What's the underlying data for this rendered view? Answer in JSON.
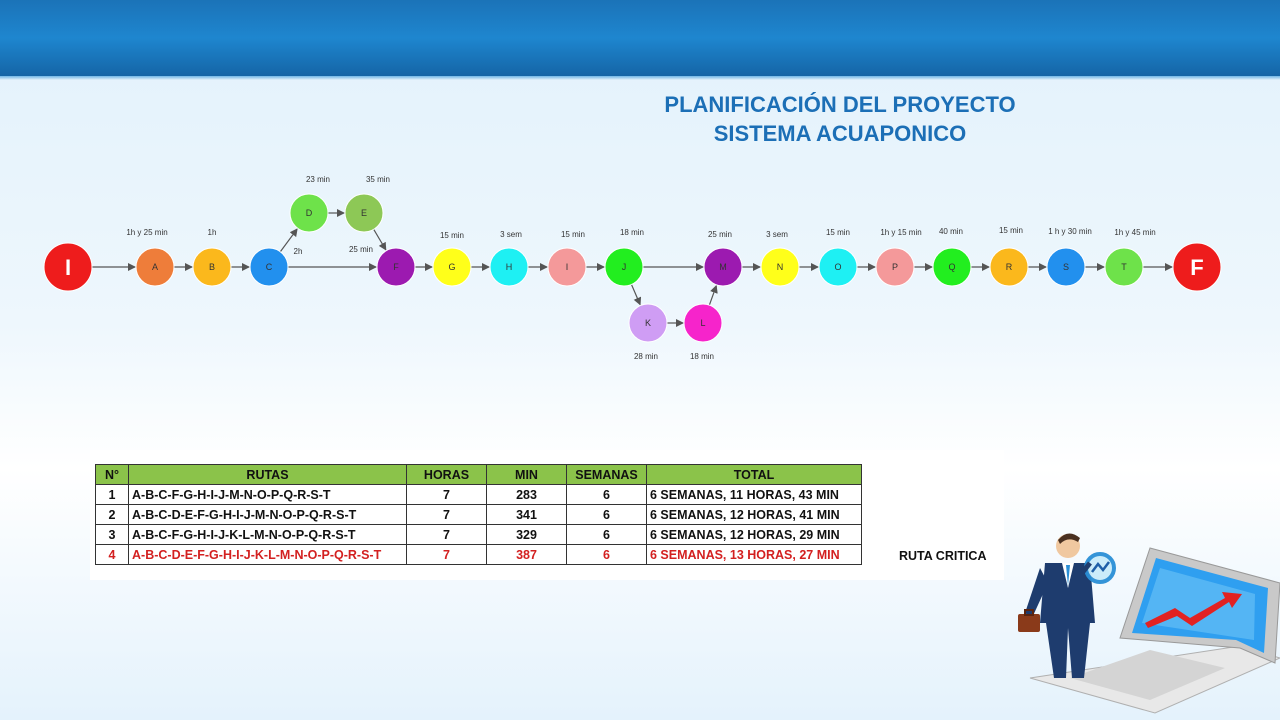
{
  "title": {
    "line1": "PLANIFICACIÓN DEL PROYECTO",
    "line2": "SISTEMA ACUAPONICO"
  },
  "network": {
    "start": "I",
    "end": "F",
    "nodes": [
      {
        "id": "A",
        "label": "A",
        "color": "#ee7d3a"
      },
      {
        "id": "B",
        "label": "B",
        "color": "#fbb81c"
      },
      {
        "id": "C",
        "label": "C",
        "color": "#2290ee"
      },
      {
        "id": "D",
        "label": "D",
        "color": "#6ee24a"
      },
      {
        "id": "E",
        "label": "E",
        "color": "#8dc856"
      },
      {
        "id": "F",
        "label": "F",
        "color": "#9c1ab0"
      },
      {
        "id": "G",
        "label": "G",
        "color": "#ffff1a"
      },
      {
        "id": "H",
        "label": "H",
        "color": "#1ef0f3"
      },
      {
        "id": "I",
        "label": "I",
        "color": "#f4999a"
      },
      {
        "id": "J",
        "label": "J",
        "color": "#22ee1f"
      },
      {
        "id": "K",
        "label": "K",
        "color": "#cf9df4"
      },
      {
        "id": "L",
        "label": "L",
        "color": "#f624cb"
      },
      {
        "id": "M",
        "label": "M",
        "color": "#9c1ab0"
      },
      {
        "id": "N",
        "label": "N",
        "color": "#ffff1a"
      },
      {
        "id": "O",
        "label": "O",
        "color": "#1ef0f3"
      },
      {
        "id": "P",
        "label": "P",
        "color": "#f4999a"
      },
      {
        "id": "Q",
        "label": "Q",
        "color": "#22ee1f"
      },
      {
        "id": "R",
        "label": "R",
        "color": "#fbb81c"
      },
      {
        "id": "S",
        "label": "S",
        "color": "#2290ee"
      },
      {
        "id": "T",
        "label": "T",
        "color": "#6ee24a"
      }
    ],
    "durations": {
      "A": "1h y 25 min",
      "B": "1h",
      "C": "2h",
      "D": "23 min",
      "E": "35 min",
      "F": "25 min",
      "G": "15 min",
      "H": "3 sem",
      "I": "15 min",
      "J": "18 min",
      "K": "28 min",
      "L": "18 min",
      "M": "25 min",
      "N": "3 sem",
      "O": "15 min",
      "P": "1h y 15 min",
      "Q": "40 min",
      "R": "15 min",
      "S": "1 h y 30 min",
      "T": "1h y 45 min"
    },
    "edges": [
      [
        "start",
        "A"
      ],
      [
        "A",
        "B"
      ],
      [
        "B",
        "C"
      ],
      [
        "C",
        "D"
      ],
      [
        "D",
        "E"
      ],
      [
        "E",
        "F"
      ],
      [
        "C",
        "F"
      ],
      [
        "F",
        "G"
      ],
      [
        "G",
        "H"
      ],
      [
        "H",
        "I"
      ],
      [
        "I",
        "J"
      ],
      [
        "J",
        "M"
      ],
      [
        "J",
        "K"
      ],
      [
        "K",
        "L"
      ],
      [
        "L",
        "M"
      ],
      [
        "M",
        "N"
      ],
      [
        "N",
        "O"
      ],
      [
        "O",
        "P"
      ],
      [
        "P",
        "Q"
      ],
      [
        "Q",
        "R"
      ],
      [
        "R",
        "S"
      ],
      [
        "S",
        "T"
      ],
      [
        "T",
        "end"
      ]
    ],
    "start_color": "#ee1c1c",
    "end_color": "#ee1c1c"
  },
  "table": {
    "headers": [
      "N°",
      "RUTAS",
      "HORAS",
      "MIN",
      "SEMANAS",
      "TOTAL"
    ],
    "rows": [
      {
        "n": "1",
        "route": "A-B-C-F-G-H-I-J-M-N-O-P-Q-R-S-T",
        "horas": "7",
        "min": "283",
        "semanas": "6",
        "total": "6 SEMANAS, 11 HORAS, 43 MIN",
        "critical": false
      },
      {
        "n": "2",
        "route": "A-B-C-D-E-F-G-H-I-J-M-N-O-P-Q-R-S-T",
        "horas": "7",
        "min": "341",
        "semanas": "6",
        "total": "6 SEMANAS, 12 HORAS, 41 MIN",
        "critical": false
      },
      {
        "n": "3",
        "route": "A-B-C-F-G-H-I-J-K-L-M-N-O-P-Q-R-S-T",
        "horas": "7",
        "min": "329",
        "semanas": "6",
        "total": "6 SEMANAS, 12 HORAS, 29 MIN",
        "critical": false
      },
      {
        "n": "4",
        "route": "A-B-C-D-E-F-G-H-I-J-K-L-M-N-O-P-Q-R-S-T",
        "horas": "7",
        "min": "387",
        "semanas": "6",
        "total": "6 SEMANAS, 13 HORAS, 27 MIN",
        "critical": true
      }
    ],
    "header_color": "#8bc34a",
    "critical_color": "#d32020",
    "critical_note": "RUTA CRITICA"
  }
}
